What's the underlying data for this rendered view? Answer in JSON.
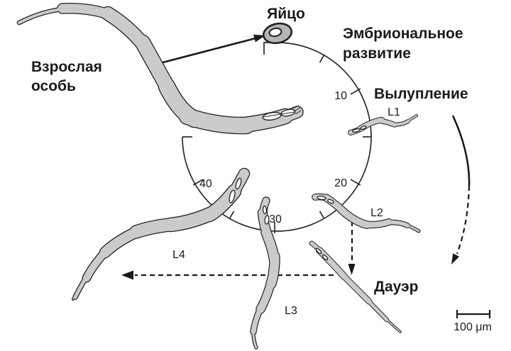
{
  "diagram": {
    "stages": {
      "egg": "Яйцо",
      "adult_line1": "Взрослая",
      "adult_line2": "особь",
      "l1": "L1",
      "l2": "L2",
      "l3": "L3",
      "l4": "L4",
      "dauer": "Дауэр"
    },
    "phases": {
      "embryonic_line1": "Эмбриональное",
      "embryonic_line2": "развитие",
      "hatching": "Вылупление"
    },
    "dial": {
      "tick_labels": [
        "10",
        "20",
        "30",
        "40"
      ]
    },
    "scale_bar": {
      "label": "100 μm"
    },
    "colors": {
      "worm_fill": "#cbcbcb",
      "egg_fill": "#b5b5b5",
      "outline": "#222222",
      "text": "#1a1a1a",
      "background": "#ffffff"
    }
  }
}
